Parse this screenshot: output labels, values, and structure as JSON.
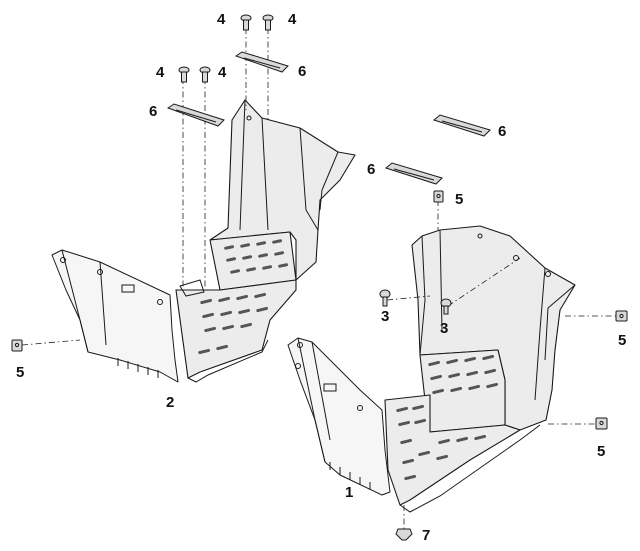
{
  "callouts": {
    "c1": "1",
    "c2": "2",
    "c3a": "3",
    "c3b": "3",
    "c4a": "4",
    "c4b": "4",
    "c4c": "4",
    "c4d": "4",
    "c5a": "5",
    "c5b": "5",
    "c5c": "5",
    "c5d": "5",
    "c6a": "6",
    "c6b": "6",
    "c6c": "6",
    "c6d": "6",
    "c7": "7"
  }
}
